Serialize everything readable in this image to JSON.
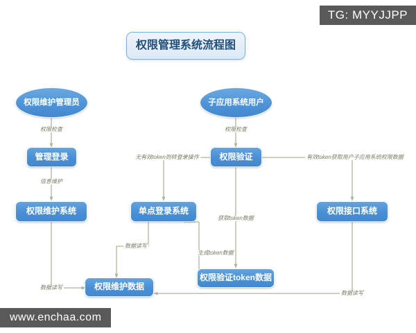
{
  "diagram": {
    "title": "权限管理系统流程图",
    "nodes": [
      {
        "id": "admin",
        "label": "权限维护管理员",
        "shape": "ellipse"
      },
      {
        "id": "subuser",
        "label": "子应用系统用户",
        "shape": "ellipse"
      },
      {
        "id": "mgmt_login",
        "label": "管理登录",
        "shape": "rect"
      },
      {
        "id": "auth_verify",
        "label": "权限验证",
        "shape": "rect"
      },
      {
        "id": "maint_sys",
        "label": "权限维护系统",
        "shape": "rect"
      },
      {
        "id": "sso_sys",
        "label": "单点登录系统",
        "shape": "rect"
      },
      {
        "id": "api_sys",
        "label": "权限接口系统",
        "shape": "rect"
      },
      {
        "id": "token_data",
        "label": "权限验证token数据",
        "shape": "rect"
      },
      {
        "id": "maint_data",
        "label": "权限维护数据",
        "shape": "rect"
      }
    ],
    "edge_labels": [
      {
        "id": "e1",
        "text": "权限检查"
      },
      {
        "id": "e2",
        "text": "权限检查"
      },
      {
        "id": "e3",
        "text": "信息维护"
      },
      {
        "id": "e4",
        "text": "无有效token则转登录操作"
      },
      {
        "id": "e5",
        "text": "有效token获取用户子应用系统权限数据"
      },
      {
        "id": "e6",
        "text": "获取token数据"
      },
      {
        "id": "e7",
        "text": "生成token数据"
      },
      {
        "id": "e8",
        "text": "数据读写"
      },
      {
        "id": "e9",
        "text": "数据读写"
      },
      {
        "id": "e10",
        "text": "数据读写"
      }
    ]
  },
  "watermarks": {
    "telegram": "TG: MYYJJPP",
    "site": "www.enchaa.com"
  },
  "colors": {
    "node_fill": "#4a8fd4",
    "title_fill": "#dce9f6",
    "title_border": "#7fb0dd",
    "edge_stroke": "#b3b39a",
    "edge_label_text": "#7a7a66",
    "watermark_bg": "#595959"
  }
}
